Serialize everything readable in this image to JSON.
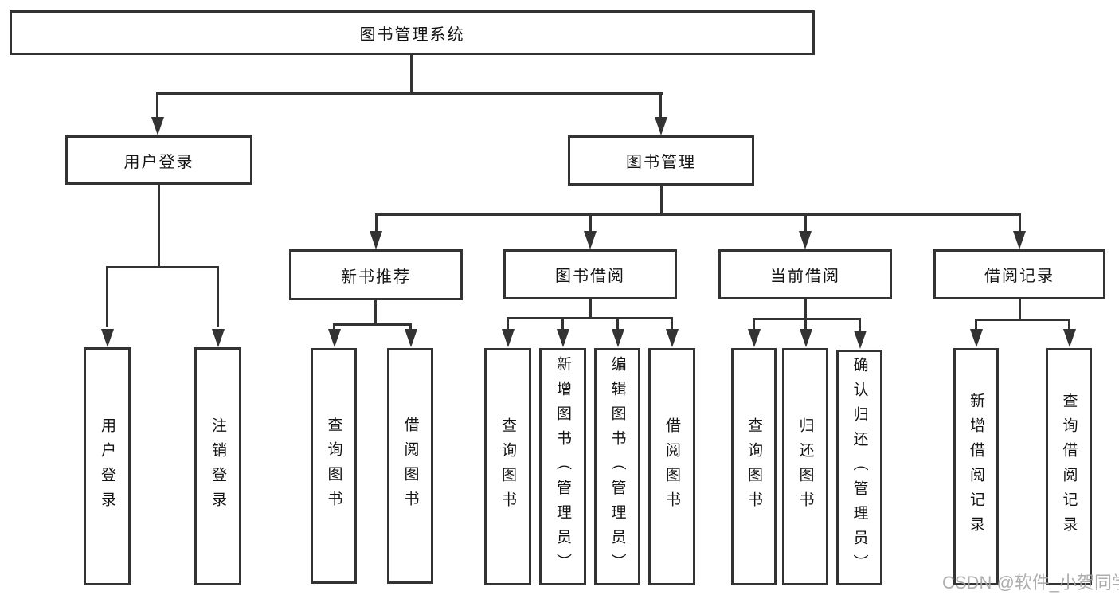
{
  "diagram": {
    "type": "tree-structure-chart",
    "colors": {
      "line": "#333333",
      "text": "#141414",
      "background": "#ffffff",
      "watermark": "#a5a5a5"
    },
    "root": {
      "label": "图书管理系统"
    },
    "branches": [
      {
        "label": "用户登录",
        "children": [
          {
            "label": "用户登录"
          },
          {
            "label": "注销登录"
          }
        ]
      },
      {
        "label": "图书管理",
        "children": [
          {
            "label": "新书推荐",
            "children": [
              {
                "label": "查询图书"
              },
              {
                "label": "借阅图书"
              }
            ]
          },
          {
            "label": "图书借阅",
            "children": [
              {
                "label": "查询图书"
              },
              {
                "label": "新增图书（管理员）"
              },
              {
                "label": "编辑图书（管理员）"
              },
              {
                "label": "借阅图书"
              }
            ]
          },
          {
            "label": "当前借阅",
            "children": [
              {
                "label": "查询图书"
              },
              {
                "label": "归还图书"
              },
              {
                "label": "确认归还（管理员）"
              }
            ]
          },
          {
            "label": "借阅记录",
            "children": [
              {
                "label": "新增借阅记录"
              },
              {
                "label": "查询借阅记录"
              }
            ]
          }
        ]
      }
    ],
    "watermark": "CSDN @软件_小贺同学"
  }
}
